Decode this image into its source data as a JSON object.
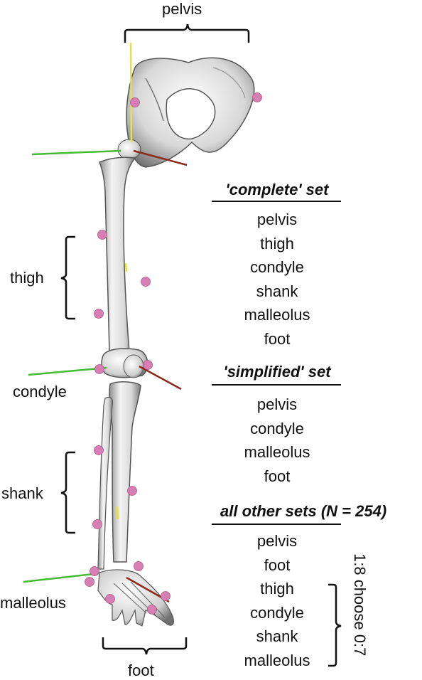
{
  "labels": {
    "pelvis": "pelvis",
    "thigh": "thigh",
    "condyle": "condyle",
    "shank": "shank",
    "malleolus": "malleolus",
    "foot": "foot"
  },
  "complete_set": {
    "heading": "'complete' set",
    "items": [
      "pelvis",
      "thigh",
      "condyle",
      "shank",
      "malleolus",
      "foot"
    ]
  },
  "simplified_set": {
    "heading": "'simplified' set",
    "items": [
      "pelvis",
      "condyle",
      "malleolus",
      "foot"
    ]
  },
  "other_sets": {
    "heading": "all other sets (N = 254)",
    "fixed_items": [
      "pelvis",
      "foot"
    ],
    "choice_items": [
      "thigh",
      "condyle",
      "shank",
      "malleolus"
    ],
    "choice_note": "1:8 choose 0:7"
  },
  "colors": {
    "marker": "#d77fb5",
    "axis_green": "#44bb33",
    "axis_red": "#8b2a1a",
    "axis_yellow": "#e8e23a",
    "bone": "#e8e8e8",
    "bone_shade": "#9a9a9a"
  }
}
